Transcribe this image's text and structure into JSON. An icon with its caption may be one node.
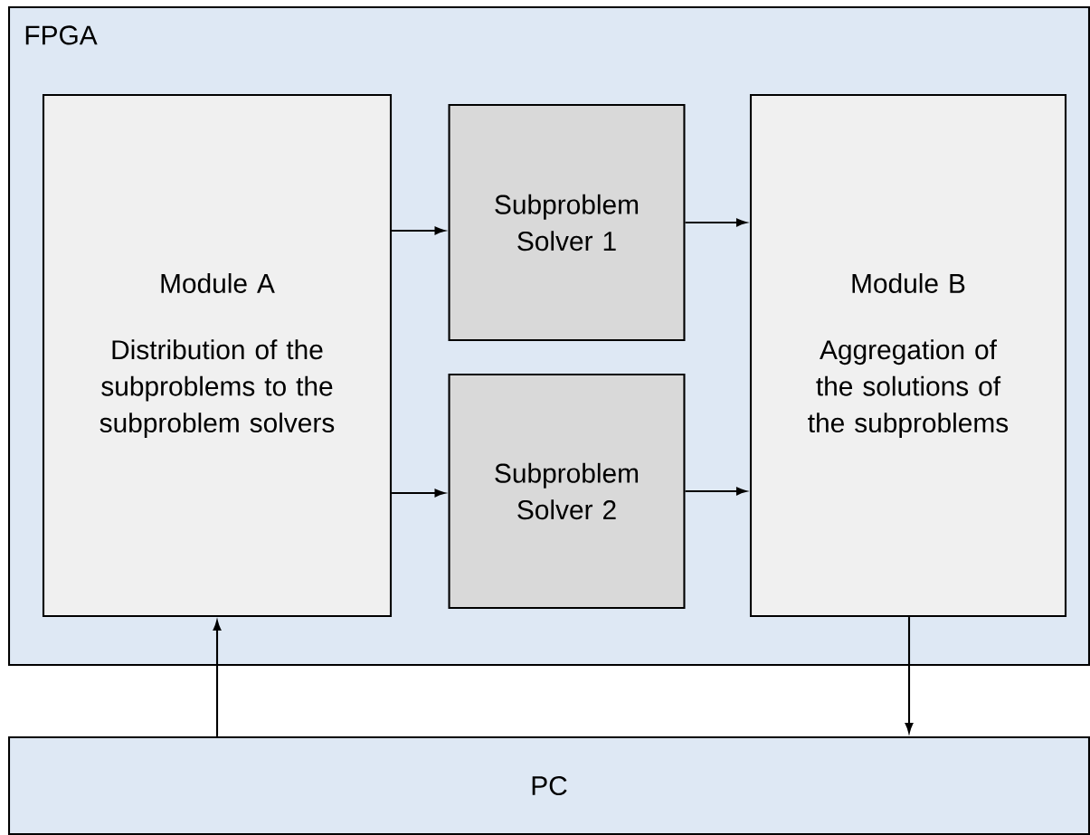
{
  "diagram": {
    "nodes": [
      {
        "text": [
          "FPGA"
        ]
      },
      {
        "text": [
          "Module A",
          "Distribution of the subproblems to the subproblem solvers"
        ],
        "in": 0
      },
      {
        "text": [
          "Subproblem Solver 1"
        ],
        "in": 0
      },
      {
        "text": [
          "Subproblem Solver 2"
        ],
        "in": 0
      },
      {
        "text": [
          "Module B",
          "Aggregation of the solutions of the subproblems"
        ],
        "in": 0
      },
      {
        "text": [
          "PC"
        ]
      }
    ],
    "edges": [
      {
        "from": 1,
        "to": 2,
        "arrow": "to"
      },
      {
        "from": 1,
        "to": 3,
        "arrow": "to"
      },
      {
        "from": 2,
        "to": 4,
        "arrow": "to"
      },
      {
        "from": 3,
        "to": 4,
        "arrow": "to"
      },
      {
        "from": 5,
        "to": 1,
        "arrow": "to"
      },
      {
        "from": 4,
        "to": 5,
        "arrow": "to"
      }
    ]
  }
}
